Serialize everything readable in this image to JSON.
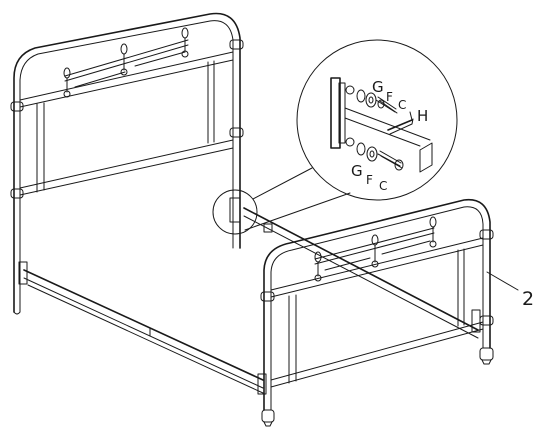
{
  "callouts": {
    "part_number": "2",
    "detail_upper": {
      "g": "G",
      "f": "F",
      "c": "C",
      "h": "H"
    },
    "detail_lower": {
      "g": "G",
      "f": "F",
      "c": "C"
    }
  }
}
